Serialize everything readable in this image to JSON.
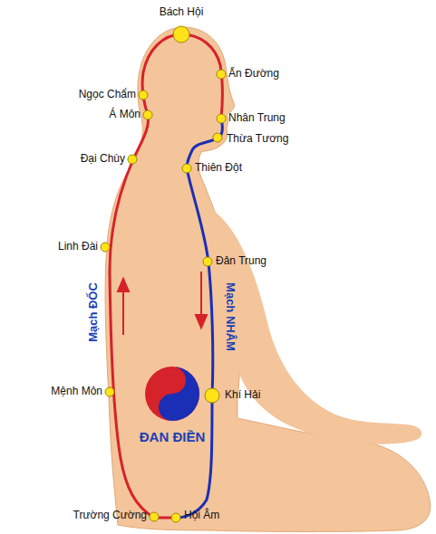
{
  "diagram": {
    "labels": [
      "Bách Hội",
      "Ấn Đường",
      "Ngọc Chẩm",
      "Á Môn",
      "Nhân Trung",
      "Thừa Tương",
      "Đại Chùy",
      "Thiên Đột",
      "Linh Đài",
      "Đản Trung",
      "Mạch ĐỐC",
      "Mạch NHÂM",
      "Mệnh Môn",
      "Khí Hải",
      "ĐAN ĐIỀN",
      "Trường Cường",
      "Hội Âm"
    ]
  }
}
